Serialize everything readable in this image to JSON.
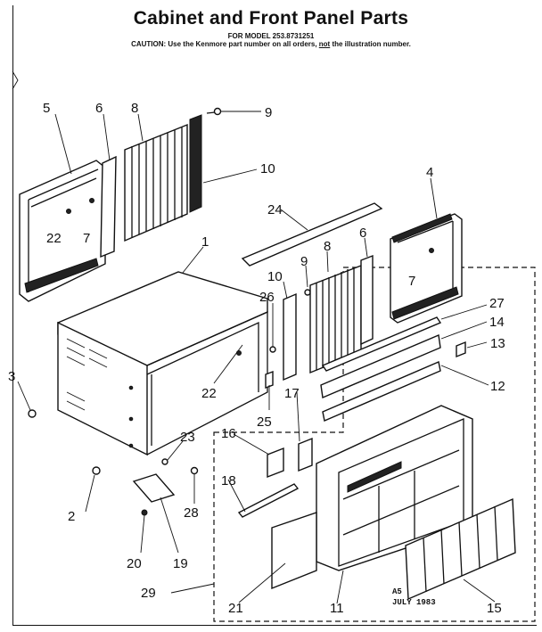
{
  "header": {
    "title": "Cabinet and Front Panel Parts",
    "model": "FOR MODEL 253.8731251",
    "caution_pre": "CAUTION: Use the Kenmore part number on all orders, ",
    "caution_not": "not",
    "caution_post": " the illustration number."
  },
  "stamp": {
    "line1": "A5",
    "line2": "JULY 1983"
  },
  "callouts": {
    "c1": "1",
    "c2": "2",
    "c3": "3",
    "c4": "4",
    "c5": "5",
    "c6a": "6",
    "c6b": "6",
    "c7a": "7",
    "c7b": "7",
    "c8a": "8",
    "c8b": "8",
    "c9a": "9",
    "c9b": "9",
    "c10a": "10",
    "c10b": "10",
    "c11": "11",
    "c12": "12",
    "c13": "13",
    "c14": "14",
    "c15": "15",
    "c16": "16",
    "c17": "17",
    "c18": "18",
    "c19": "19",
    "c20": "20",
    "c21": "21",
    "c22a": "22",
    "c22b": "22",
    "c23": "23",
    "c24": "24",
    "c25": "25",
    "c26": "26",
    "c27": "27",
    "c28": "28",
    "c29": "29"
  }
}
